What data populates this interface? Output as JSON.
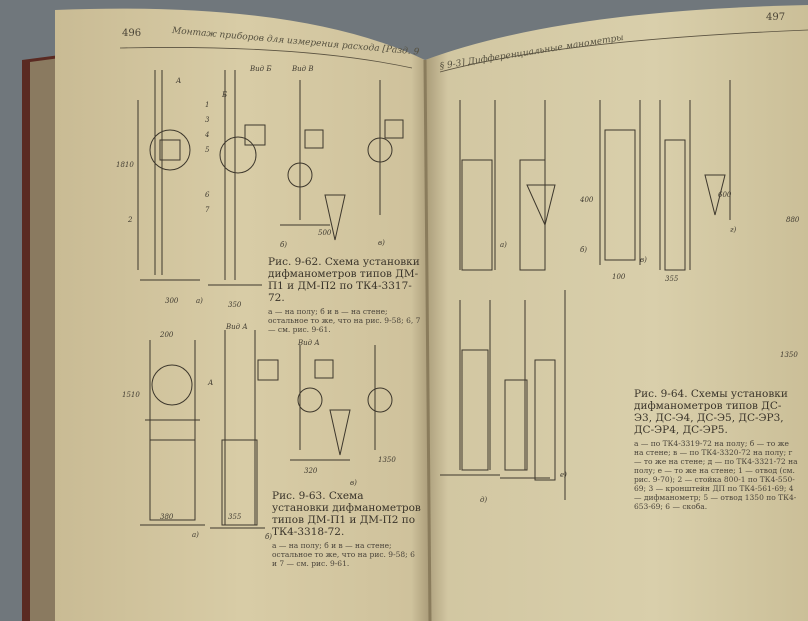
{
  "left_page": {
    "page_number": "496",
    "running_header": "Монтаж приборов для измерения расхода [Разд. 9",
    "fig_9_62": {
      "caption": "Рис. 9-62. Схема установки дифманометров типов ДМ-П1 и ДМ-П2 по ТК4-3317-72.",
      "legend": "а — на полу; б и в — на стене; остальное то же, что на рис. 9-58; 6, 7 — см. рис. 9-61.",
      "labels": [
        "Вид Б",
        "Вид В",
        "1810",
        "300",
        "350",
        "500",
        "а)",
        "б)",
        "в)",
        "А",
        "Б",
        "1",
        "2",
        "3",
        "4",
        "5",
        "6",
        "7"
      ]
    },
    "fig_9_63": {
      "caption": "Рис. 9-63. Схема установки дифманометров типов ДМ-П1 и ДМ-П2 по ТК4-3318-72.",
      "legend": "а — на полу; б и в — на стене; остальное то же, что на рис. 9-58; 6 и 7 — см. рис. 9-61.",
      "labels": [
        "Вид А",
        "Вид А",
        "200",
        "1510",
        "380",
        "355",
        "320",
        "1350",
        "А",
        "а)",
        "б)",
        "в)"
      ]
    }
  },
  "right_page": {
    "page_number": "497",
    "running_header": "§ 9-3] Дифференциальные манометры",
    "fig_9_64": {
      "caption": "Рис. 9-64. Схемы установки дифманометров типов ДС-Э3, ДС-Э4, ДС-Э5, ДС-ЭР3, ДС-ЭР4, ДС-ЭР5.",
      "legend": "а — по ТК4-3319-72 на полу; б — то же на стене; в — по ТК4-3320-72 на полу; г — то же на стене; д — по ТК4-3321-72 на полу; е — то же на стене; 1 — отвод (см. рис. 9-70); 2 — стойка 800-1 по ТК4-550-69; 3 — кронштейн ДП по ТК4-561-69; 4 — дифманометр; 5 — отвод 1350 по ТК4-653-69; 6 — скоба.",
      "labels": [
        "400",
        "600",
        "100",
        "355",
        "880",
        "1350",
        "а)",
        "б)",
        "в)",
        "г)",
        "д)",
        "е)"
      ]
    }
  }
}
